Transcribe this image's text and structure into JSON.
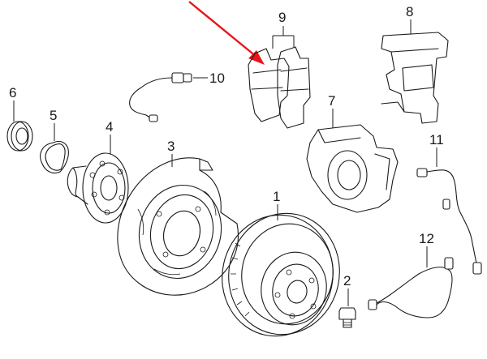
{
  "callouts": {
    "p1": "1",
    "p2": "2",
    "p3": "3",
    "p4": "4",
    "p5": "5",
    "p6": "6",
    "p7": "7",
    "p8": "8",
    "p9": "9",
    "p10": "10",
    "p11": "11",
    "p12": "12"
  },
  "colors": {
    "highlight_arrow": "#e8141b",
    "line": "#1a1a1a"
  }
}
